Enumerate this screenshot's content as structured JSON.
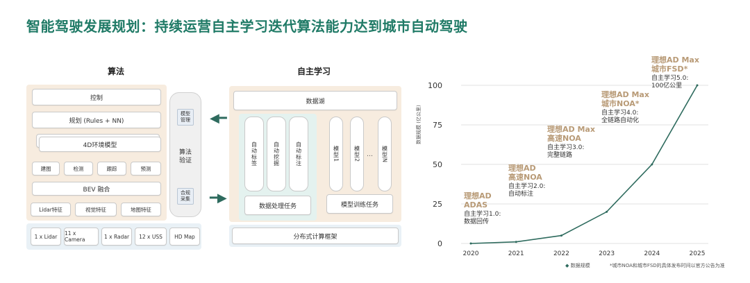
{
  "title": "智能驾驶发展规划：持续运营自主学习迭代算法能力达到城市自动驾驶",
  "algo": {
    "heading": "算法",
    "control": "控制",
    "planning": "规划 (Rules + NN)",
    "model4d": "4D环境模型",
    "tasks": [
      "建图",
      "检测",
      "跟踪",
      "预测"
    ],
    "bev": "BEV 融合",
    "features": [
      "Lidar特征",
      "视觉特征",
      "地图特征"
    ],
    "sensors": [
      "1 x Lidar",
      "11 x Camera",
      "1 x Radar",
      "12 x USS",
      "HD Map"
    ],
    "side_top_tag": "模型\n管理",
    "side_mid": "算法\n验证",
    "side_bot_tag": "合规\n采集"
  },
  "self_learning": {
    "heading": "自主学习",
    "data_lake": "数据湖",
    "processing_cols": [
      "自动标签",
      "自动挖掘",
      "自动标注"
    ],
    "processing_label": "数据处理任务",
    "model_cols": [
      "模型1",
      "模型2",
      "模型N"
    ],
    "model_label": "模型训练任务",
    "distributed": "分布式计算框架"
  },
  "chart_data": {
    "type": "line",
    "x": [
      2020,
      2021,
      2022,
      2023,
      2024,
      2025
    ],
    "series": [
      {
        "name": "数据规模",
        "values": [
          0,
          1,
          5,
          20,
          50,
          100
        ]
      }
    ],
    "ylabel": "数据规模 (亿公里)",
    "yticks": [
      0,
      25,
      50,
      75,
      100
    ],
    "ylim": [
      0,
      100
    ],
    "grid": true,
    "legend": "bottom",
    "annotations": [
      {
        "head": "理想AD\nADAS",
        "body": "自主学习1.0:\n数据回传"
      },
      {
        "head": "理想AD\n高速NOA",
        "body": "自主学习2.0:\n自动标注"
      },
      {
        "head": "理想AD Max\n高速NOA",
        "body": "自主学习3.0:\n完整链路"
      },
      {
        "head": "理想AD Max\n城市NOA*",
        "body": "自主学习4.0:\n全链路自动化"
      },
      {
        "head": "理想AD Max\n城市FSD*",
        "body": "自主学习5.0:\n100亿公里"
      }
    ],
    "legend_label": "数据规模",
    "footnote": "*城市NOA和城市FSD的具体发布时间以官方公告为准"
  },
  "colors": {
    "accent": "#1f7a66",
    "line": "#2e6b5e",
    "annotation": "#b89a76",
    "panel_orange": "#f7ecdf",
    "panel_blue": "#e9f1f6",
    "panel_green": "#eef6ef"
  }
}
